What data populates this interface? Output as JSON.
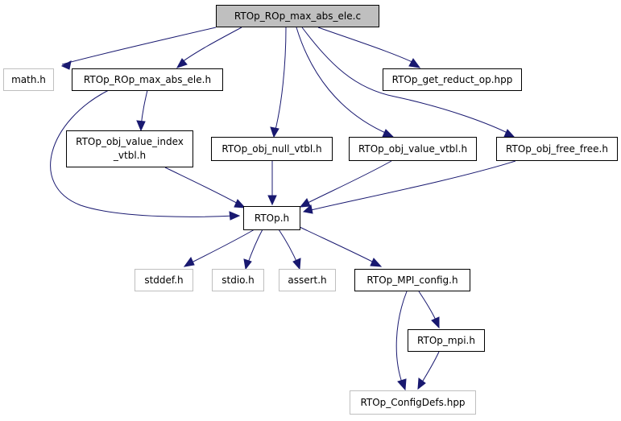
{
  "diagram": {
    "nodes": {
      "root": "RTOp_ROp_max_abs_ele.c",
      "math": "math.h",
      "rop_header": "RTOp_ROp_max_abs_ele.h",
      "get_reduct": "RTOp_get_reduct_op.hpp",
      "value_index_line1": "RTOp_obj_value_index",
      "value_index_line2": "_vtbl.h",
      "null_vtbl": "RTOp_obj_null_vtbl.h",
      "value_vtbl": "RTOp_obj_value_vtbl.h",
      "free_free": "RTOp_obj_free_free.h",
      "rtop": "RTOp.h",
      "stddef": "stddef.h",
      "stdio": "stdio.h",
      "assert": "assert.h",
      "mpi_config": "RTOp_MPI_config.h",
      "mpi": "RTOp_mpi.h",
      "config_defs": "RTOp_ConfigDefs.hpp"
    },
    "colors": {
      "edge": "#191970",
      "root_fill": "#bfbfbf",
      "external_border": "#bfbfbf",
      "node_border": "#000000"
    }
  }
}
